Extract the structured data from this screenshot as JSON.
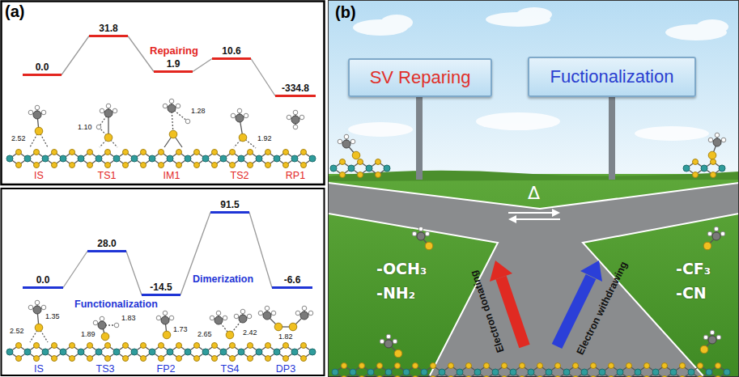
{
  "diagram": {
    "nodes": [
      {
        "text": [
          "0.0"
        ]
      },
      {
        "text": [
          "31.8"
        ]
      },
      {
        "text": [
          "1.9"
        ]
      },
      {
        "text": [
          "10.6"
        ]
      },
      {
        "text": [
          "-334.8"
        ]
      },
      {
        "text": [
          "0.0"
        ]
      },
      {
        "text": [
          "28.0"
        ]
      },
      {
        "text": [
          "-14.5"
        ]
      },
      {
        "text": [
          "91.5"
        ]
      },
      {
        "text": [
          "-6.6"
        ]
      },
      {
        "text": [
          "SV Reparing"
        ]
      },
      {
        "text": [
          "Fuctionalization"
        ]
      }
    ],
    "edges": [
      {
        "from": 0,
        "to": 1,
        "arrow": "none"
      },
      {
        "from": 1,
        "to": 2,
        "arrow": "none"
      },
      {
        "from": 2,
        "to": 3,
        "arrow": "none"
      },
      {
        "from": 3,
        "to": 4,
        "arrow": "none"
      },
      {
        "from": 5,
        "to": 6,
        "arrow": "none"
      },
      {
        "from": 6,
        "to": 7,
        "arrow": "none"
      },
      {
        "from": 7,
        "to": 8,
        "arrow": "none"
      },
      {
        "from": 8,
        "to": 9,
        "arrow": "none"
      }
    ],
    "labels": [
      "(a)",
      "Repairing",
      "2.52",
      "1.10",
      "1.28",
      "1.92",
      "IS",
      "TS1",
      "IM1",
      "TS2",
      "RP1",
      "Functionalization",
      "Dimerization",
      "1.35",
      "2.52",
      "1.83",
      "1.89",
      "1.73",
      "2.65",
      "2.42",
      "1.82",
      "IS",
      "TS3",
      "FP2",
      "TS4",
      "DP3",
      "(b)",
      "Δ",
      "-OCH₃",
      "-NH₂",
      "-CF₃",
      "-CN",
      "Electron donating",
      "Electron withdrawing"
    ]
  }
}
